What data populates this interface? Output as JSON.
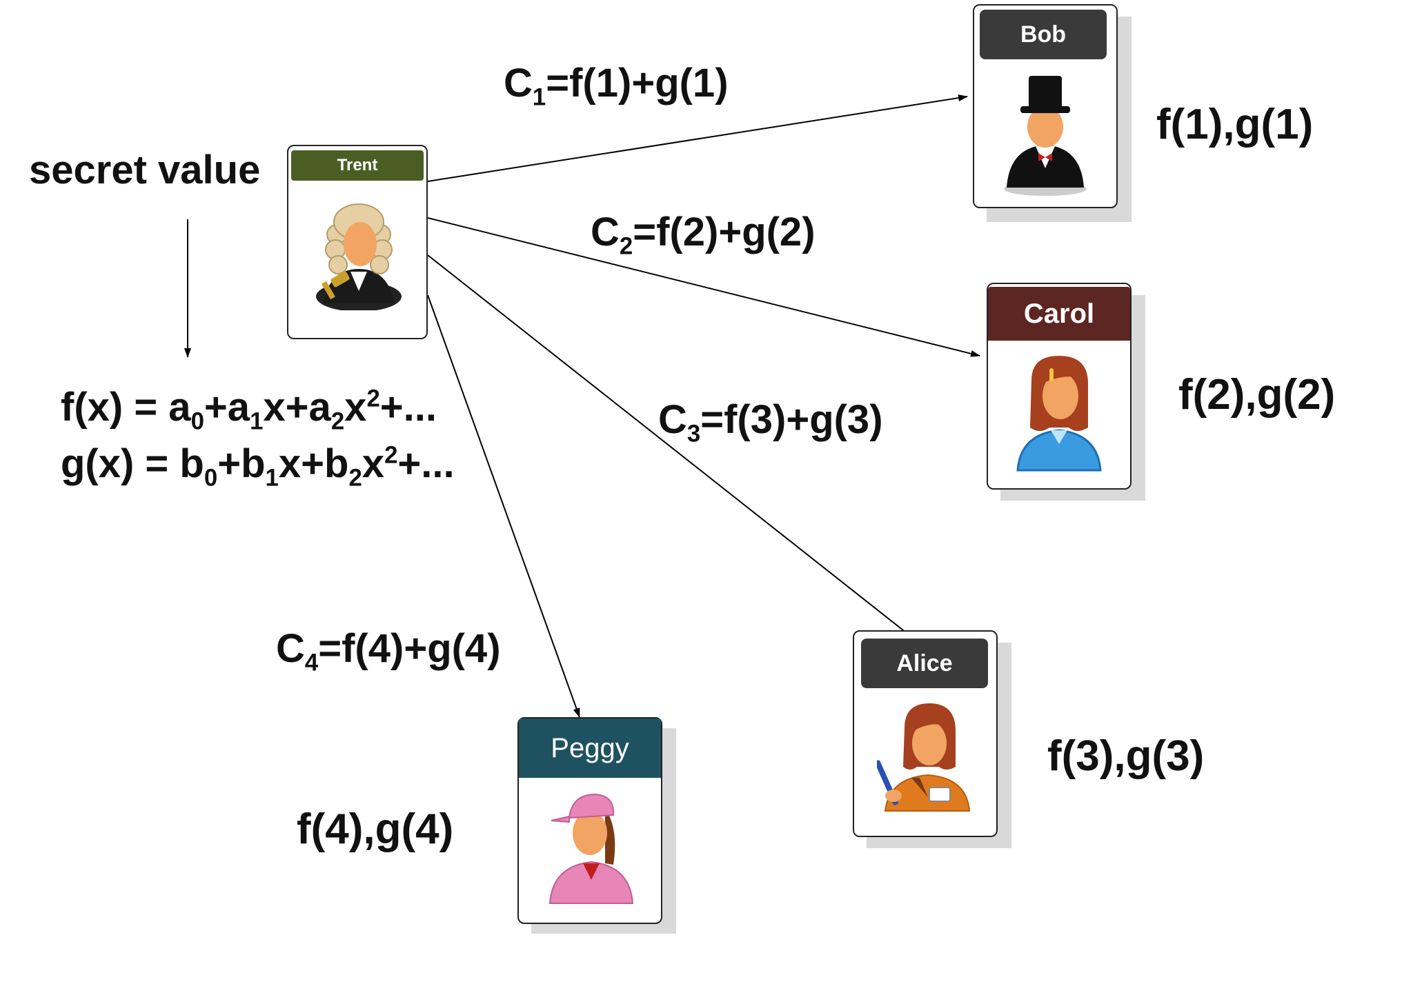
{
  "secret_label": "secret value",
  "formulas": {
    "f_lhs": "f(x) = a",
    "f_s0": "0",
    "f_p1": "+a",
    "f_s1": "1",
    "f_p2": "x+a",
    "f_s2": "2",
    "f_p3": "x",
    "f_e2": "2",
    "f_tail": "+...",
    "g_lhs": "g(x) = b",
    "g_s0": "0",
    "g_p1": "+b",
    "g_s1": "1",
    "g_p2": "x+b",
    "g_s2": "2",
    "g_p3": "x",
    "g_e2": "2",
    "g_tail": "+..."
  },
  "dealer": {
    "name": "Trent",
    "color": "#4a5e23",
    "icon": "judge-avatar-icon"
  },
  "participants": [
    {
      "name": "Bob",
      "color": "#3a3a3a",
      "icon": "gentleman-avatar-icon",
      "share": "f(1),g(1)"
    },
    {
      "name": "Carol",
      "color": "#5c2622",
      "icon": "woman-avatar-icon",
      "share": "f(2),g(2)"
    },
    {
      "name": "Alice",
      "color": "#3a3a3a",
      "icon": "writer-avatar-icon",
      "share": "f(3),g(3)"
    },
    {
      "name": "Peggy",
      "color": "#1f5260",
      "icon": "cap-girl-avatar-icon",
      "share": "f(4),g(4)"
    }
  ],
  "commitments": [
    {
      "pre": "C",
      "sub": "1",
      "post": "=f(1)+g(1)"
    },
    {
      "pre": "C",
      "sub": "2",
      "post": "=f(2)+g(2)"
    },
    {
      "pre": "C",
      "sub": "3",
      "post": "=f(3)+g(3)"
    },
    {
      "pre": "C",
      "sub": "4",
      "post": "=f(4)+g(4)"
    }
  ]
}
